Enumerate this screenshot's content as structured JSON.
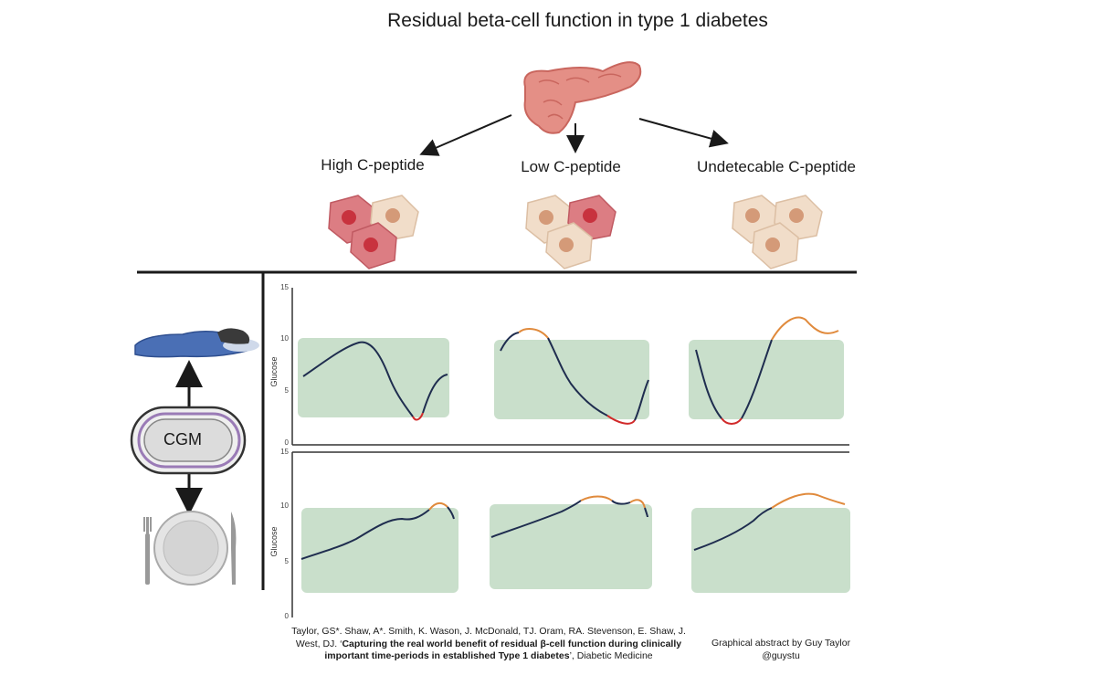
{
  "title": "Residual beta-cell function in type 1 diabetes",
  "groups": [
    {
      "label": "High C-peptide"
    },
    {
      "label": "Low C-peptide"
    },
    {
      "label": "Undetecable C-peptide"
    }
  ],
  "device": {
    "label": "CGM"
  },
  "charts": {
    "ylabel": "Glucose",
    "ticks": [
      "15",
      "10",
      "5",
      "0"
    ]
  },
  "colors": {
    "target_range": "#c9dfcb",
    "curve": "#1f2d4f",
    "high": "#e08a3c",
    "low": "#d12a2a",
    "beta_cell": "#d9707a",
    "other_cell": "#f1ddc9"
  },
  "citation": {
    "authors": "Taylor, GS*. Shaw, A*. Smith, K. Wason, J. McDonald, TJ. Oram, RA. Stevenson, E. Shaw, J. West, DJ. ‘",
    "title_bold": "Capturing the real world benefit of residual β-cell function during clinically important time-periods in established Type 1 diabetes",
    "journal": "’, Diabetic Medicine"
  },
  "credit": "Graphical abstract by Guy Taylor @guystu"
}
